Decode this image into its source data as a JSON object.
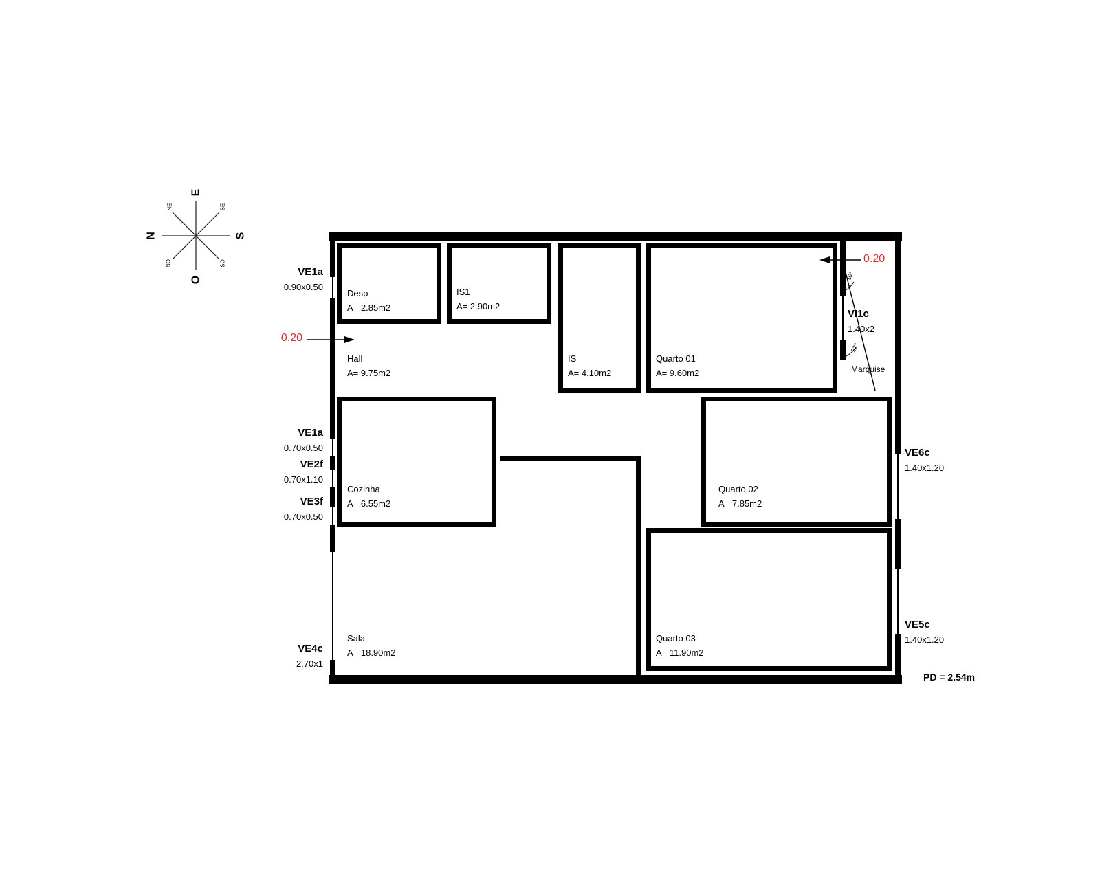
{
  "compass": {
    "n": "N",
    "e": "E",
    "s": "S",
    "o": "O",
    "ne": "NE",
    "se": "SE",
    "no": "NO",
    "so": "SO"
  },
  "rooms": {
    "desp": {
      "name": "Desp",
      "area": "A= 2.85m2"
    },
    "is1": {
      "name": "IS1",
      "area": "A= 2.90m2"
    },
    "is": {
      "name": "IS",
      "area": "A= 4.10m2"
    },
    "quarto01": {
      "name": "Quarto 01",
      "area": "A= 9.60m2"
    },
    "hall": {
      "name": "Hall",
      "area": "A= 9.75m2"
    },
    "cozinha": {
      "name": "Cozinha",
      "area": "A= 6.55m2"
    },
    "quarto02": {
      "name": "Quarto 02",
      "area": "A= 7.85m2"
    },
    "sala": {
      "name": "Sala",
      "area": "A= 18.90m2"
    },
    "quarto03": {
      "name": "Quarto 03",
      "area": "A= 11.90m2"
    },
    "marquise": {
      "name": "Marquise"
    }
  },
  "openings": {
    "left": [
      {
        "name": "VE1a",
        "dim": "0.90x0.50"
      },
      {
        "name": "VE1a",
        "dim": "0.70x0.50"
      },
      {
        "name": "VE2f",
        "dim": "0.70x1.10"
      },
      {
        "name": "VE3f",
        "dim": "0.70x0.50"
      },
      {
        "name": "VE4c",
        "dim": "2.70x1"
      }
    ],
    "right": [
      {
        "name": "VE6c",
        "dim": "1.40x1.20"
      },
      {
        "name": "VE5c",
        "dim": "1.40x1.20"
      }
    ],
    "vi1c": {
      "name": "VI1c",
      "dim": "1.40x2"
    }
  },
  "annotations": {
    "wall_left": "0.20",
    "wall_right": "0.20",
    "angle_top": "16°",
    "angle_bottom": "32°",
    "ceiling_height": "PD = 2.54m"
  },
  "colors": {
    "wall": "#000000",
    "red": "#cc3333"
  }
}
